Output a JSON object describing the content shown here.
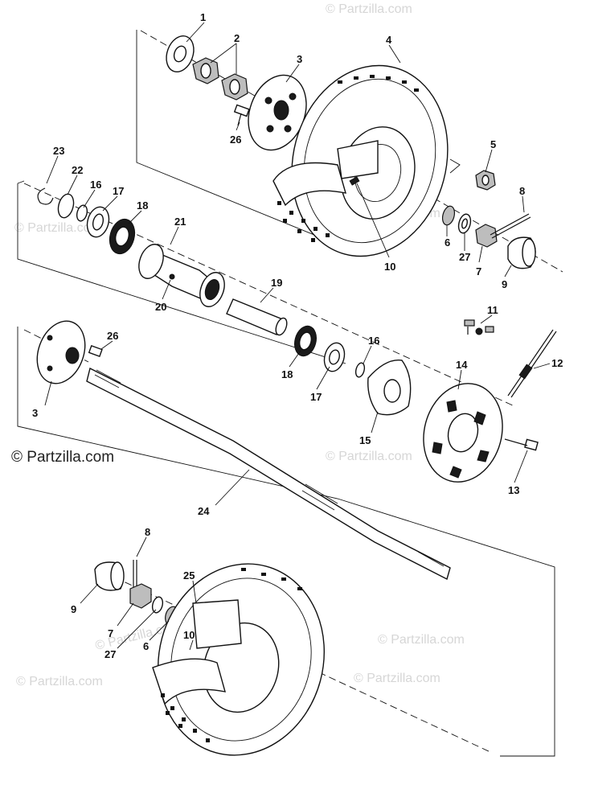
{
  "watermark": {
    "brand_text": "© Partzilla.com",
    "credit_text": "© Partzilla.com",
    "color": "#d6d6d6"
  },
  "callouts": {
    "c1": "1",
    "c2": "2",
    "c3_top": "3",
    "c3_bottom": "3",
    "c4": "4",
    "c5": "5",
    "c6_top": "6",
    "c6_bottom": "6",
    "c7_top": "7",
    "c7_bottom": "7",
    "c8_top": "8",
    "c8_bottom": "8",
    "c9_top": "9",
    "c9_bottom": "9",
    "c10_top": "10",
    "c10_bottom": "10",
    "c11": "11",
    "c12": "12",
    "c13": "13",
    "c14": "14",
    "c15": "15",
    "c16_top": "16",
    "c16_bottom": "16",
    "c17_top": "17",
    "c17_bottom": "17",
    "c18_top": "18",
    "c18_bottom": "18",
    "c19": "19",
    "c20": "20",
    "c21": "21",
    "c22": "22",
    "c23": "23",
    "c24": "24",
    "c25": "25",
    "c26_top": "26",
    "c26_bottom": "26",
    "c27_top": "27",
    "c27_bottom": "27"
  }
}
